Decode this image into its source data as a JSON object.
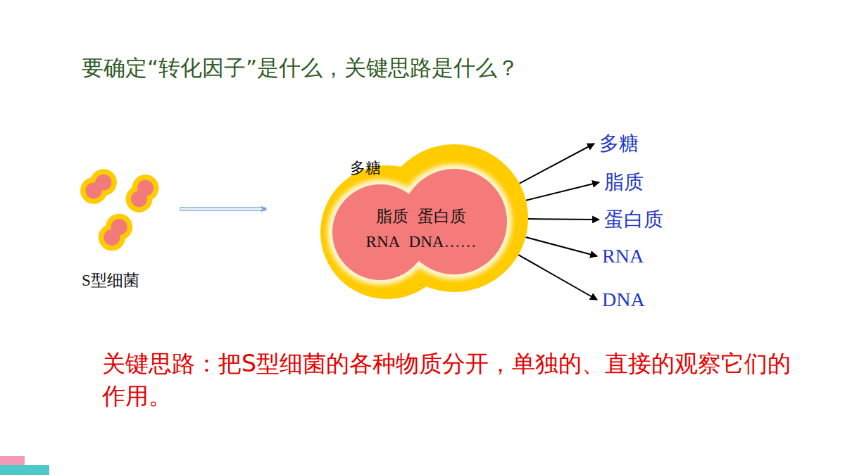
{
  "diagram": {
    "title": "要确定“转化因子”是什么，关键思路是什么？",
    "nodes": [
      {
        "text": [
          "S型细菌"
        ]
      },
      {
        "text": [
          "多糖"
        ]
      },
      {
        "text": [
          "脂质 蛋白质",
          "RNA DNA……"
        ],
        "in": 1
      },
      {
        "text": [
          "多糖"
        ]
      },
      {
        "text": [
          "脂质"
        ]
      },
      {
        "text": [
          "蛋白质"
        ]
      },
      {
        "text": [
          "RNA"
        ]
      },
      {
        "text": [
          "DNA"
        ]
      }
    ],
    "edges": [
      {
        "from": 0,
        "to": 1,
        "arrow": "to"
      },
      {
        "from": 1,
        "to": 3,
        "arrow": "to"
      },
      {
        "from": 1,
        "to": 4,
        "arrow": "to"
      },
      {
        "from": 1,
        "to": 5,
        "arrow": "to"
      },
      {
        "from": 1,
        "to": 6,
        "arrow": "to"
      },
      {
        "from": 1,
        "to": 7,
        "arrow": "to"
      }
    ],
    "labels": [
      "关键思路：把S型细菌的各种物质分开，单独的、直接的观察它们的作用。"
    ]
  }
}
